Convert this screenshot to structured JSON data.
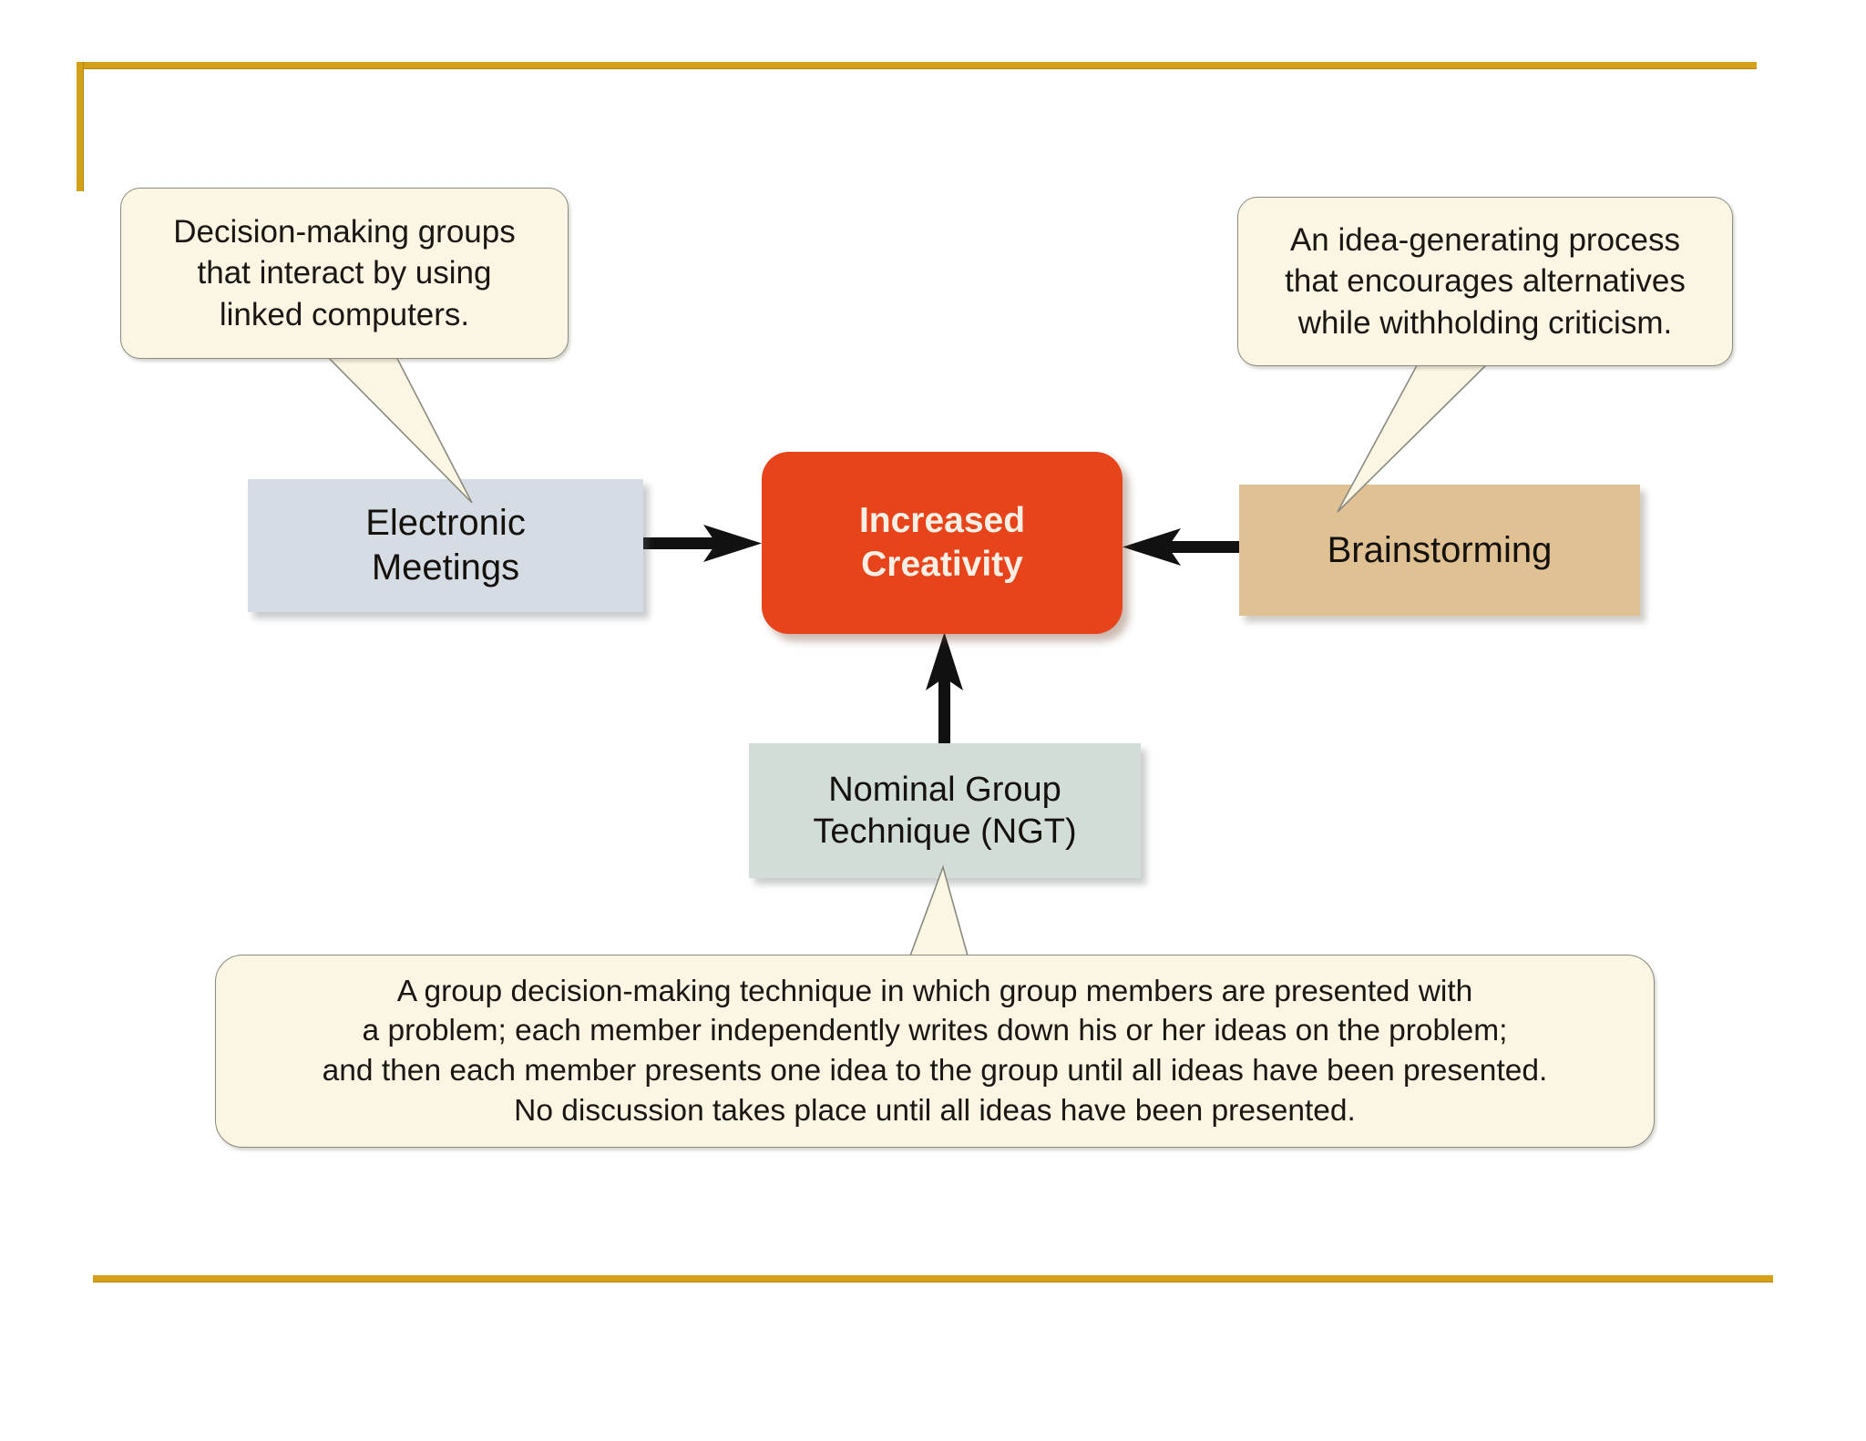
{
  "figure": {
    "accent_gold": "#D4A017",
    "callout_fill": "#FBF5E3",
    "center_fill": "#E8441C"
  },
  "boxes": {
    "electronic_meetings": {
      "label": "Electronic\nMeetings",
      "color": "#D6DCE3"
    },
    "increased_creativity": {
      "label": "Increased\nCreativity",
      "color": "#E8441C"
    },
    "brainstorming": {
      "label": "Brainstorming",
      "color": "#DFC193"
    },
    "nominal_group_technique": {
      "label": "Nominal Group\nTechnique (NGT)",
      "color": "#D3DDD7"
    }
  },
  "callouts": {
    "electronic_meetings": {
      "text": "Decision-making groups\nthat interact by using\nlinked computers."
    },
    "brainstorming": {
      "text": "An idea-generating process\nthat encourages alternatives\nwhile withholding criticism."
    },
    "nominal_group_technique": {
      "text": "A group decision-making technique in which group members are presented with\na problem; each member independently writes down his or her ideas on the problem;\nand then each member presents one idea to the group until all ideas have been presented.\nNo discussion takes place until all ideas have been presented."
    }
  },
  "arrows": [
    {
      "name": "electronic-meetings-to-creativity",
      "direction": "right"
    },
    {
      "name": "brainstorming-to-creativity",
      "direction": "left"
    },
    {
      "name": "ngt-to-creativity",
      "direction": "up"
    }
  ]
}
